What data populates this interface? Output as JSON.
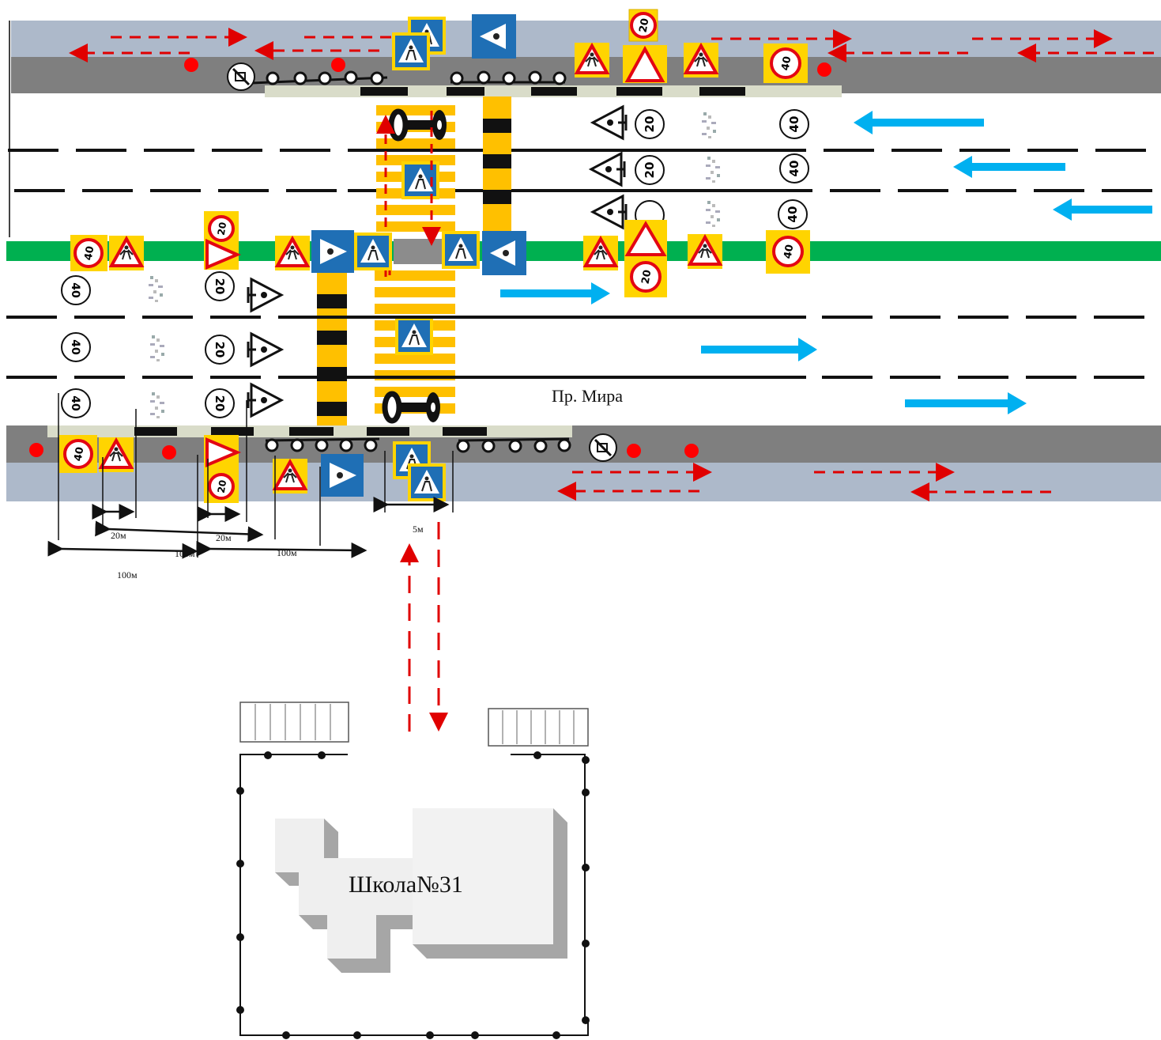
{
  "street_name": "Пр. Мира",
  "school_label": "Школа№31",
  "speed_limit_main": "40",
  "speed_limit_zone": "20",
  "distances": {
    "near_20m_a": "20м",
    "near_20m_b": "20м",
    "d100_a": "100м",
    "d100_b": "100м",
    "d100_c": "100м",
    "crossing_width": "5м"
  },
  "colors": {
    "road_asphalt": "#ffffff",
    "median": "#00b050",
    "sidewalk": "#808080",
    "curb_lane": "#adb9ca",
    "traffic_arrow": "#00b0f0",
    "pedestrian_route": "#e00000",
    "crossing_stripes": "#ffc000",
    "sign_blue": "#0070c0",
    "sign_red": "#e30613"
  },
  "icons": [
    "speed-limit-sign",
    "children-warning-sign",
    "pedestrian-crossing-sign",
    "crossing-ahead-sign",
    "traffic-light-icon",
    "no-stopping-sign",
    "pedestrian-fence",
    "bus-stop-marker",
    "bicycle-rack"
  ]
}
